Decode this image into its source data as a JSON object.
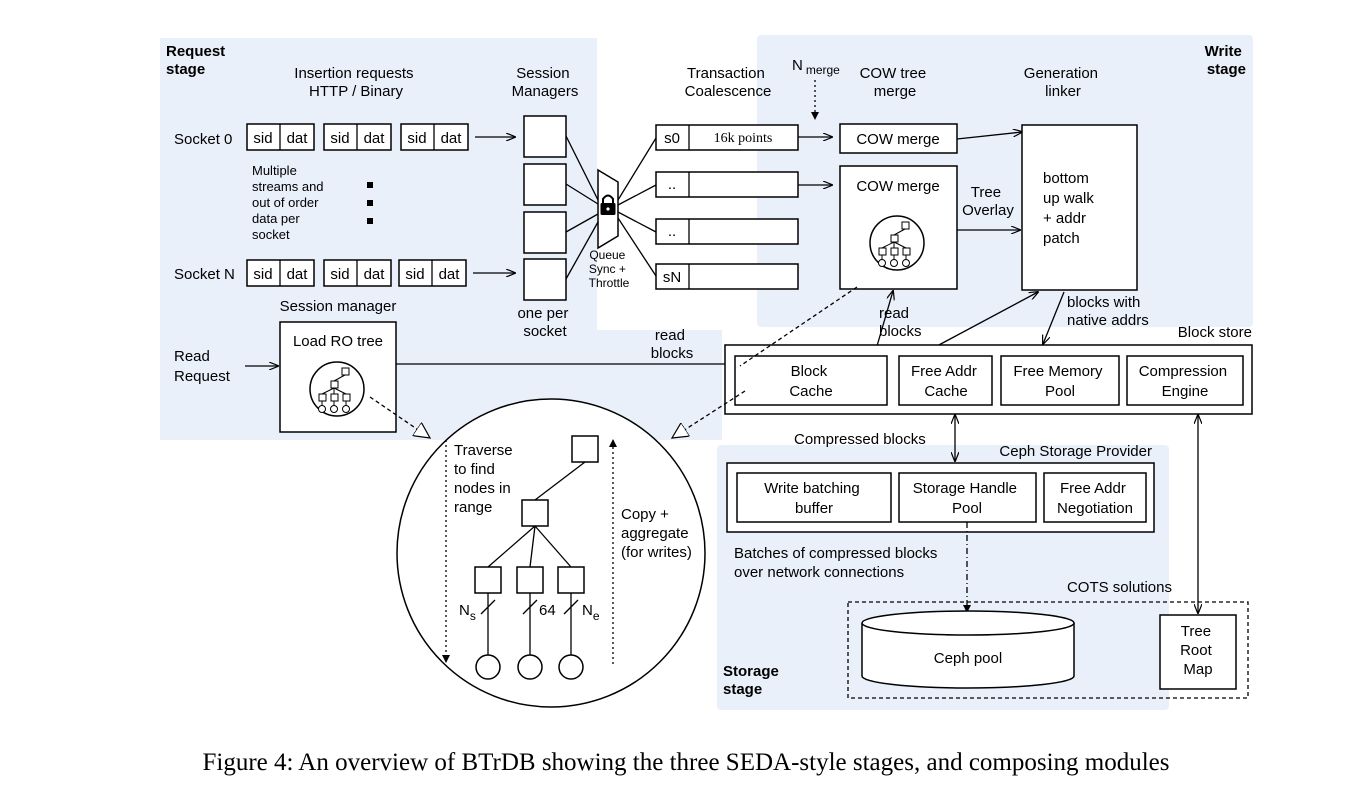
{
  "stages": {
    "request": [
      "Request",
      "stage"
    ],
    "write": [
      "Write",
      "stage"
    ],
    "storage": [
      "Storage",
      "stage"
    ]
  },
  "headers": {
    "insertion": [
      "Insertion requests",
      "HTTP / Binary"
    ],
    "session_managers": [
      "Session",
      "Managers"
    ],
    "transaction": [
      "Transaction",
      "Coalescence"
    ],
    "n_merge": "N",
    "n_merge_sub": "merge",
    "cow_tree": [
      "COW tree",
      "merge"
    ],
    "generation": [
      "Generation",
      "linker"
    ]
  },
  "sockets": {
    "socket0": "Socket 0",
    "socketN": "Socket N"
  },
  "packet": {
    "sid": "sid",
    "dat": "dat"
  },
  "multiple_streams": [
    "Multiple",
    "streams and",
    "out of order",
    "data per",
    "socket"
  ],
  "queue_label": [
    "Queue",
    "Sync +",
    "Throttle"
  ],
  "one_per_socket": [
    "one per",
    "socket"
  ],
  "queues": {
    "s0": "s0",
    "s0_content": "16k points",
    "dots": "..",
    "sN": "sN"
  },
  "cow_merge": "COW merge",
  "tree_overlay": [
    "Tree",
    "Overlay"
  ],
  "linker_box": [
    "bottom",
    "up walk",
    "+ addr",
    "patch"
  ],
  "read_blocks_mid": [
    "read",
    "blocks"
  ],
  "blocks_native": [
    "blocks with",
    "native addrs"
  ],
  "block_store": {
    "title": "Block store",
    "items": [
      [
        "Block",
        "Cache"
      ],
      [
        "Free Addr",
        "Cache"
      ],
      [
        "Free Memory",
        "Pool"
      ],
      [
        "Compression",
        "Engine"
      ]
    ]
  },
  "session_manager": {
    "title": "Session manager",
    "box": "Load RO tree"
  },
  "read_request": [
    "Read",
    "Request"
  ],
  "read_blocks_left": [
    "read",
    "blocks"
  ],
  "compressed_blocks": "Compressed blocks",
  "ceph_provider": {
    "title": "Ceph Storage Provider",
    "items": [
      [
        "Write batching",
        "buffer"
      ],
      [
        "Storage Handle",
        "Pool"
      ],
      [
        "Free Addr",
        "Negotiation"
      ]
    ]
  },
  "batches": [
    "Batches of compressed blocks",
    "over network connections"
  ],
  "cots": "COTS solutions",
  "ceph_pool": "Ceph pool",
  "tree_root": [
    "Tree",
    "Root",
    "Map"
  ],
  "zoom": {
    "traverse": [
      "Traverse",
      "to find",
      "nodes in",
      "range"
    ],
    "copy": [
      "Copy +",
      "aggregate",
      "(for writes)"
    ],
    "ns": "N",
    "ns_sub": "s",
    "n64": "64",
    "ne": "N",
    "ne_sub": "e"
  },
  "caption": "Figure 4: An overview of BTrDB showing the three SEDA-style stages, and composing modules"
}
